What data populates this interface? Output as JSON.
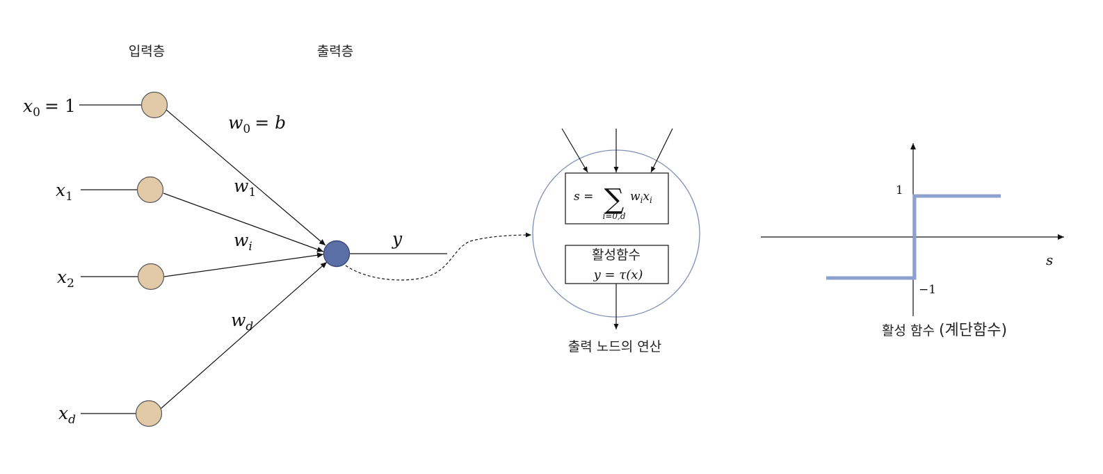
{
  "labels": {
    "input_layer": "입력층",
    "output_layer": "출력층",
    "output_node_op": "출력 노드의 연산",
    "activation_box_title": "활성함수",
    "activation_caption_prefix": "활성 함수",
    "activation_caption_paren": "(계단함수)"
  },
  "math": {
    "x0": "x",
    "x0_sub": "0",
    "x0_eq": "= 1",
    "x1": "x",
    "x1_sub": "1",
    "x2": "x",
    "x2_sub": "2",
    "xd": "x",
    "xd_sub": "d",
    "w0": "w",
    "w0_sub": "0",
    "w0_eq": "= b",
    "w1": "w",
    "w1_sub": "1",
    "wi": "w",
    "wi_sub": "i",
    "wd": "w",
    "wd_sub": "d",
    "y": "y",
    "sum_lhs": "s =",
    "sum_symbol": "∑",
    "sum_limits": "i=0,d",
    "sum_term_w": "w",
    "sum_term_w_sub": "i",
    "sum_term_x": "x",
    "sum_term_x_sub": "i",
    "act_formula": "y = τ(x)",
    "step_one": "1",
    "step_neg_one": "−1",
    "step_axis": "s"
  },
  "colors": {
    "input_node": "#e2c9a8",
    "output_node": "#5b6fa6",
    "zoom_circle": "#7d8fb8",
    "step_line": "#8da0cf"
  }
}
